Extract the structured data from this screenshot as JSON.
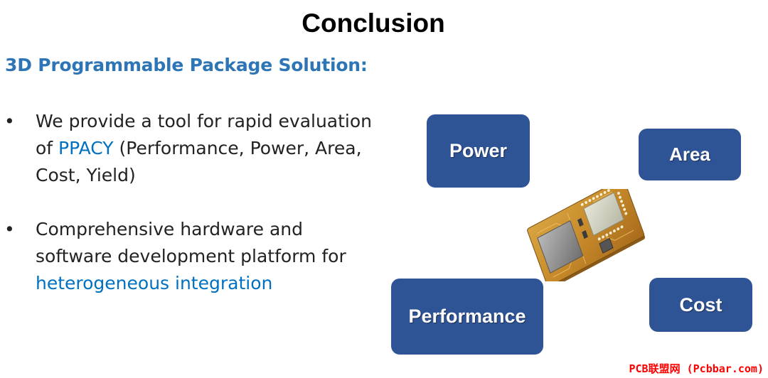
{
  "slide": {
    "title": "Conclusion",
    "subtitle": "3D Programmable Package Solution:"
  },
  "bullets": [
    {
      "dot": "•",
      "text_before": "We provide a tool for rapid evaluation of ",
      "highlight": "PPACY",
      "text_after": " (Performance, Power, Area, Cost, Yield)"
    },
    {
      "dot": "•",
      "text_before": "Comprehensive hardware and software development platform for ",
      "highlight": "heterogeneous integration",
      "text_after": ""
    }
  ],
  "diagram": {
    "labels": {
      "power": "Power",
      "area": "Area",
      "performance": "Performance",
      "cost": "Cost"
    },
    "pill_color": "#2f5496",
    "image": "chip-package-photo"
  },
  "watermark": "PCB联盟网 (Pcbbar.com)",
  "colors": {
    "subtitle": "#2e75b6",
    "highlight": "#0070c0",
    "watermark": "#ff0000"
  }
}
